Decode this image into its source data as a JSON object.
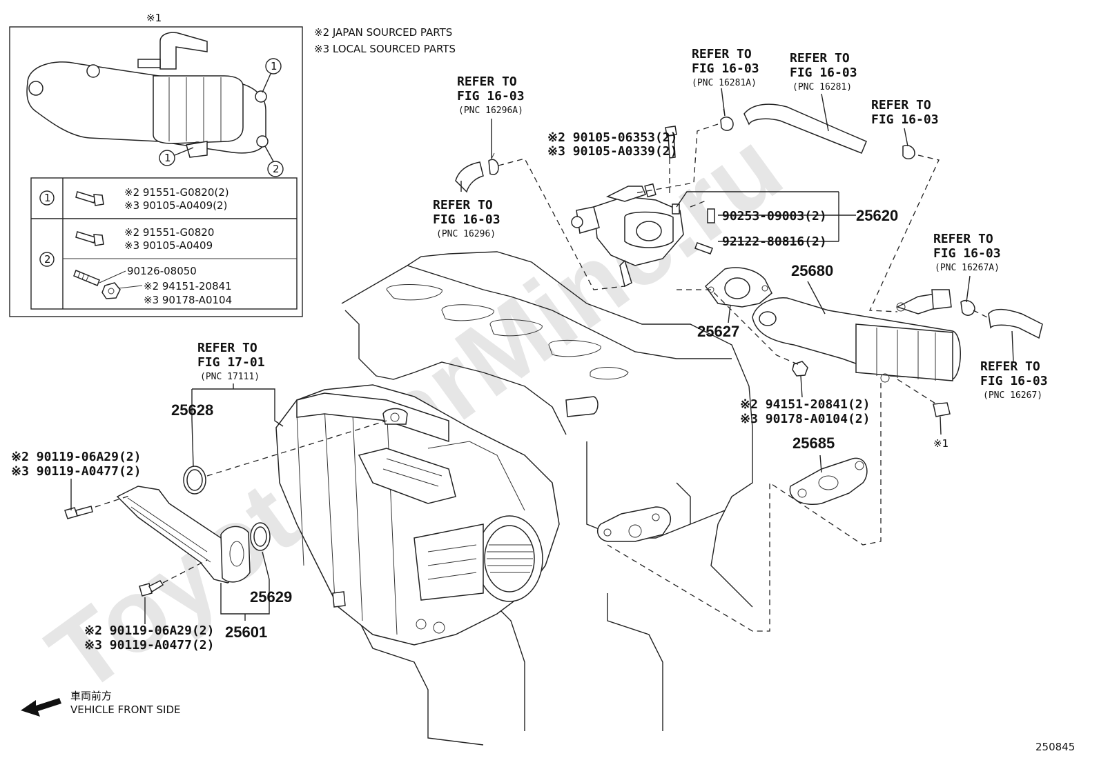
{
  "watermark": "ToyotaCarMine.ru",
  "figure_id": "250845",
  "inset": {
    "title": "※1",
    "callouts": [
      "1",
      "2"
    ],
    "rows": [
      {
        "key": "1",
        "lines": [
          "※2 91551-G0820(2)",
          "※3 90105-A0409(2)"
        ]
      },
      {
        "key": "2",
        "lines": [
          "※2 91551-G0820",
          "※3 90105-A0409",
          "90126-08050",
          "※2 94151-20841",
          "※3 90178-A0104"
        ]
      }
    ]
  },
  "legend": {
    "japan": "※2 JAPAN SOURCED PARTS",
    "local": "※3 LOCAL SOURCED PARTS"
  },
  "refer": {
    "pnc16296a": [
      "REFER TO",
      "FIG 16-03",
      "(PNC 16296A)"
    ],
    "pnc16296": [
      "REFER TO",
      "FIG 16-03",
      "(PNC 16296)"
    ],
    "pnc16281a": [
      "REFER TO",
      "FIG 16-03",
      "(PNC 16281A)"
    ],
    "pnc16281": [
      "REFER TO",
      "FIG 16-03",
      "(PNC 16281)"
    ],
    "fig1603": [
      "REFER TO",
      "FIG 16-03"
    ],
    "pnc16267a": [
      "REFER TO",
      "FIG 16-03",
      "(PNC 16267A)"
    ],
    "pnc16267": [
      "REFER TO",
      "FIG 16-03",
      "(PNC 16267)"
    ],
    "pnc17111": [
      "REFER TO",
      "FIG 17-01",
      "(PNC 17111)"
    ]
  },
  "parts": {
    "p25620": "25620",
    "p25680": "25680",
    "p25627": "25627",
    "p25685": "25685",
    "p25628": "25628",
    "p25629": "25629",
    "p25601": "25601"
  },
  "bolts": {
    "top_bolt": [
      "※2 90105-06353(2)",
      "※3 90105-A0339(2)"
    ],
    "pin": "90253-09003(2)",
    "stud": "92122-80816(2)",
    "nut": [
      "※2 94151-20841(2)",
      "※3 90178-A0104(2)"
    ],
    "left_bolt": [
      "※2 90119-06A29(2)",
      "※3 90119-A0477(2)"
    ],
    "bottom_bolt": [
      "※2 90119-06A29(2)",
      "※3 90119-A0477(2)"
    ],
    "ref1": "※1"
  },
  "front": {
    "jp": "車両前方",
    "en": "VEHICLE FRONT SIDE"
  }
}
